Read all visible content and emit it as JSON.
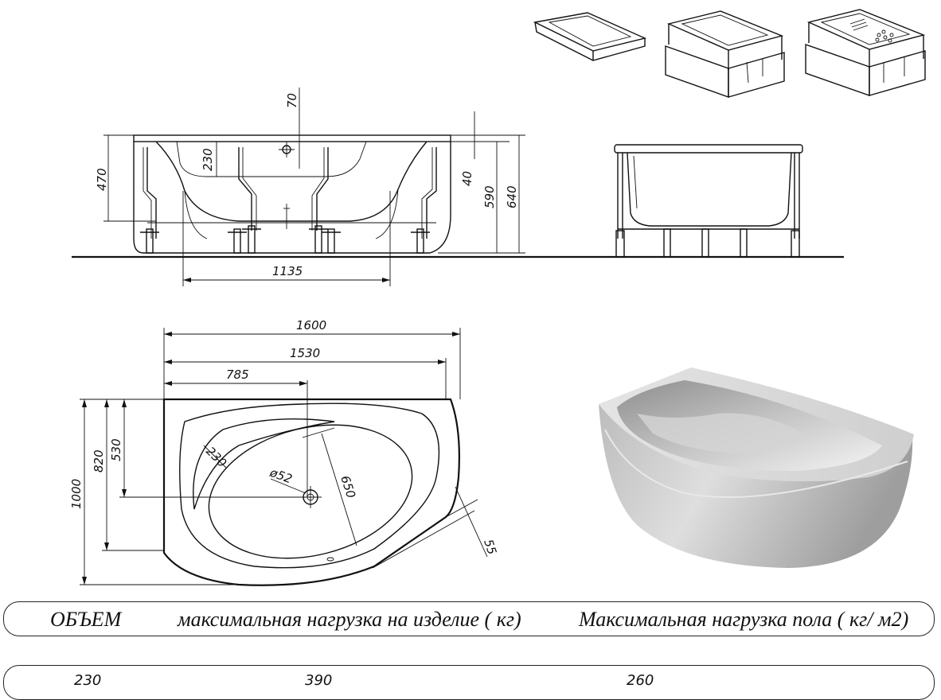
{
  "dimensions": {
    "side_height_470": "470",
    "depth_230": "230",
    "overflow_70": "70",
    "rim_40": "40",
    "height_590": "590",
    "height_640": "640",
    "width_1135": "1135",
    "length_1600": "1600",
    "length_1530": "1530",
    "offset_785": "785",
    "width_1000": "1000",
    "width_820": "820",
    "offset_530": "530",
    "seat_230": "230",
    "drain_diameter": "ø52",
    "diagonal_650": "650",
    "edge_55": "55"
  },
  "table": {
    "headers": {
      "volume": "ОБЪЕМ",
      "max_load_product": "максимальная нагрузка на изделие ( кг)",
      "max_load_floor": "Максимальная нагрузка пола ( кг/ м2)"
    },
    "values": {
      "volume": "230",
      "max_load_product": "390",
      "max_load_floor": "260"
    }
  },
  "colors": {
    "line": "#111111",
    "tub_fill": "#c9c9c9",
    "tub_light": "#efefef",
    "background": "#ffffff"
  }
}
